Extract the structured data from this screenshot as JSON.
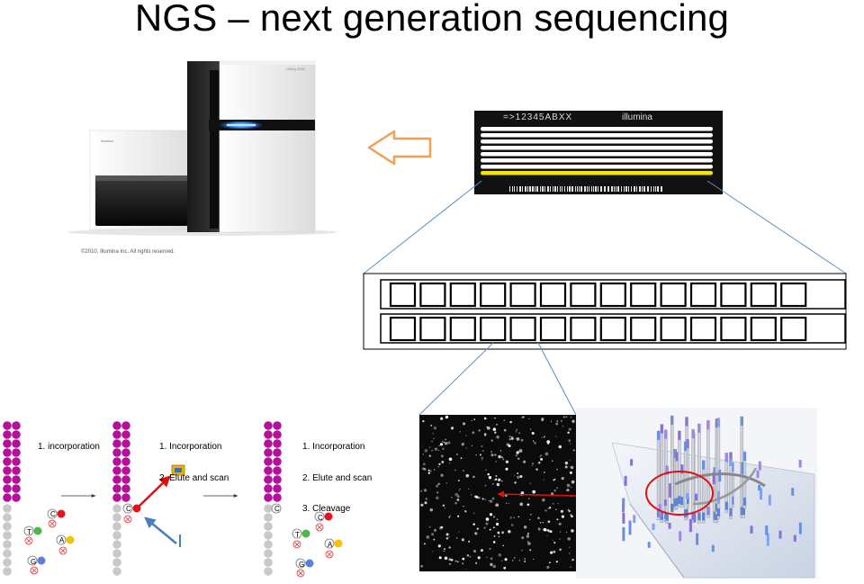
{
  "title": "NGS – next generation sequencing",
  "machine": {
    "brand": "illumina",
    "model": "HiSeq 2000",
    "copyright": "©2010, Illumina Inc. All rights reserved."
  },
  "flowcell": {
    "id": "=>12345ABXX",
    "brand": "illumina",
    "lanes": 8,
    "highlight_color": "#f5e600"
  },
  "tile_grid": {
    "rows": 2,
    "cols": 14
  },
  "steps": {
    "panel1": [
      "1. incorporation"
    ],
    "panel2": [
      "1. Incorporation",
      "2. Elute and scan"
    ],
    "panel3": [
      "1. Incorporation",
      "2. Elute and scan",
      "3. Cleavage"
    ]
  },
  "nucleotides": {
    "C": "C",
    "T": "T",
    "A": "A",
    "G": "G"
  },
  "colors": {
    "strand_magenta": "#b4109a",
    "strand_gray": "#c8c8c8",
    "C": "#e8101a",
    "T": "#4cb848",
    "A": "#f2c500",
    "G": "#5b7fe0",
    "arrow_orange": "#f0a050",
    "connector_blue": "#5b8fc7",
    "red_arrow": "#e01010",
    "blue_arrow": "#4a7ec0"
  }
}
